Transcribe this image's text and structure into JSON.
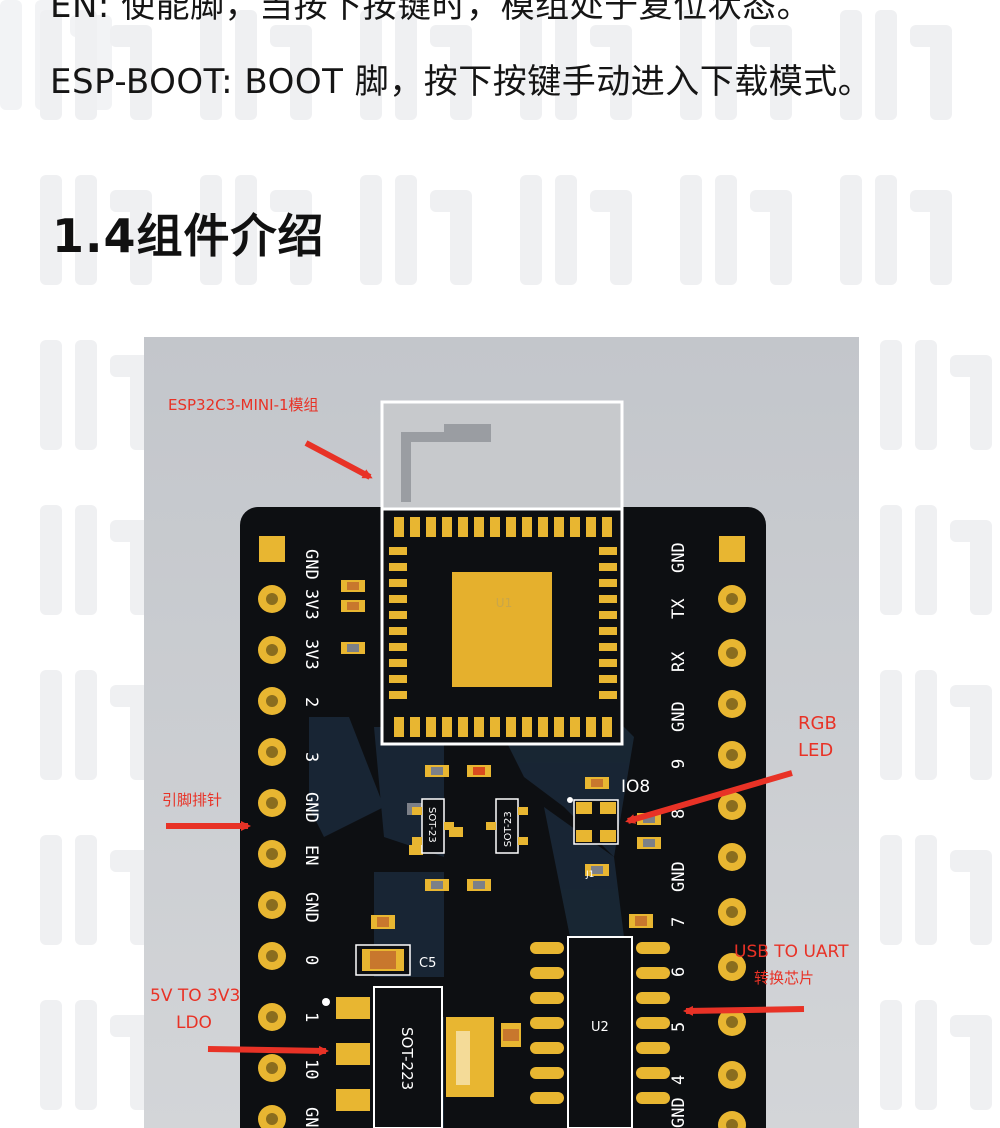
{
  "text": {
    "line1": "EN: 使能脚，当按下按键时，模组处于复位状态。",
    "line2": "ESP-BOOT: BOOT 脚，按下按键手动进入下载模式。"
  },
  "section": {
    "title": "1.4组件介绍"
  },
  "figure": {
    "callouts": {
      "module": "ESP32C3-MINI-1模组",
      "rgb_led_1": "RGB",
      "rgb_led_2": "LED",
      "pin_header": "引脚排针",
      "usb_uart_1": "USB TO UART",
      "usb_uart_2": "转换芯片",
      "ldo_1": "5V TO 3V3",
      "ldo_2": "LDO"
    },
    "left_pins": [
      "GND",
      "3V3",
      "3V3",
      "2",
      "3",
      "GND",
      "EN",
      "GND",
      "0",
      "1",
      "10",
      "GND"
    ],
    "right_pins": [
      "GND",
      "TX",
      "RX",
      "GND",
      "9",
      "8",
      "GND",
      "7",
      "6",
      "5",
      "4",
      "GND"
    ],
    "components": {
      "module_ref": "U1",
      "sot23_a": "SOT-23",
      "sot23_b": "SOT-23",
      "io8": "IO8",
      "c5": "C5",
      "sot223": "SOT-223",
      "u2": "U2",
      "j1": "J1"
    },
    "colors": {
      "pcb": "#0d0f12",
      "gold": "#e8b631",
      "callout_red": "#e83226",
      "background": "#c9ccd0"
    }
  }
}
